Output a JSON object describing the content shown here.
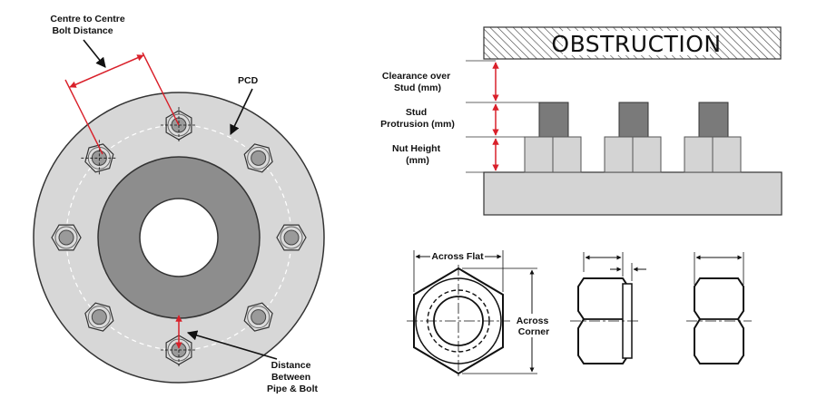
{
  "flange": {
    "centre_label": [
      "Centre to Centre",
      "Bolt Distance"
    ],
    "pcd_label": "PCD",
    "pipe_bolt_label": [
      "Distance",
      "Between",
      "Pipe & Bolt"
    ]
  },
  "obstruction": {
    "title": "OBSTRUCTION",
    "clearance_label": [
      "Clearance over",
      "Stud (mm)"
    ],
    "protrusion_label": [
      "Stud",
      "Protrusion (mm)"
    ],
    "nut_height_label": [
      "Nut Height",
      "(mm)"
    ]
  },
  "nut": {
    "across_flat_label": "Across Flat",
    "across_corner_label": [
      "Across",
      "Corner"
    ]
  },
  "colors": {
    "dimension_red": "#d9202a",
    "plate_grey": "#d4d4d4",
    "stud_grey": "#7a7a7a",
    "inner_ring_grey": "#8d8d8d",
    "outline": "#333333"
  }
}
